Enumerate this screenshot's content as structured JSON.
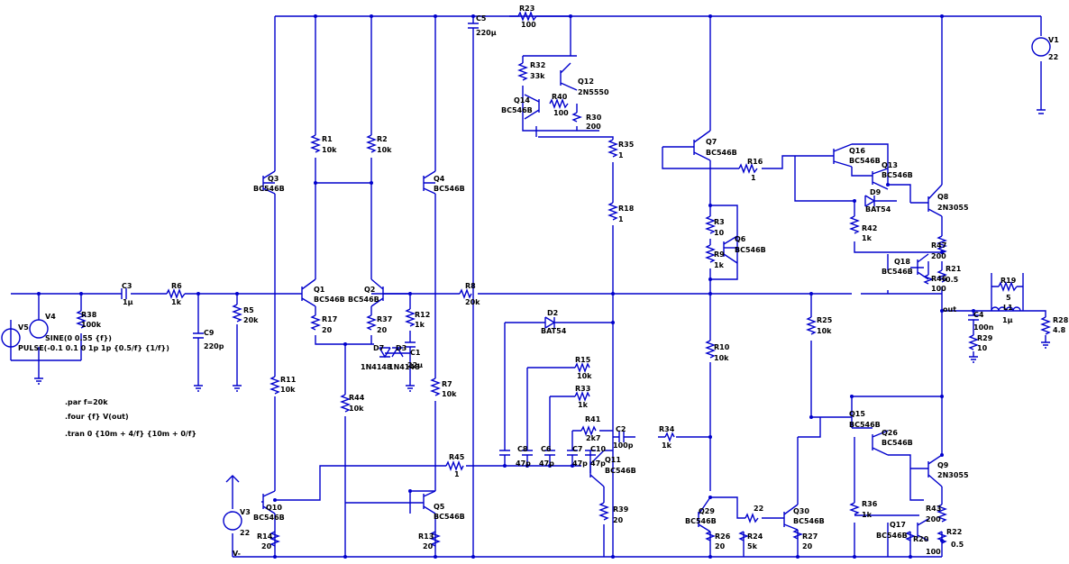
{
  "components": [
    {
      "id": "r23",
      "name": "R23",
      "value": "100"
    },
    {
      "id": "c5",
      "name": "C5",
      "value": "220µ"
    },
    {
      "id": "r32",
      "name": "R32",
      "value": "33k"
    },
    {
      "id": "q12",
      "name": "Q12",
      "value": "2N5550"
    },
    {
      "id": "q14",
      "name": "Q14",
      "value": "BC546B"
    },
    {
      "id": "r40",
      "name": "R40",
      "value": "100"
    },
    {
      "id": "r30",
      "name": "R30",
      "value": "200"
    },
    {
      "id": "r35",
      "name": "R35",
      "value": "1"
    },
    {
      "id": "r18",
      "name": "R18",
      "value": "1"
    },
    {
      "id": "q7",
      "name": "Q7",
      "value": "BC546B"
    },
    {
      "id": "r16",
      "name": "R16",
      "value": "1"
    },
    {
      "id": "q16",
      "name": "Q16",
      "value": "BC546B"
    },
    {
      "id": "q13",
      "name": "Q13",
      "value": "BC546B"
    },
    {
      "id": "d9",
      "name": "D9",
      "value": "BAT54"
    },
    {
      "id": "q8",
      "name": "Q8",
      "value": "2N3055"
    },
    {
      "id": "r42",
      "name": "R42",
      "value": "1k"
    },
    {
      "id": "r47",
      "name": "R47",
      "value": "200"
    },
    {
      "id": "q18",
      "name": "Q18",
      "value": "BC546B"
    },
    {
      "id": "r21",
      "name": "R21",
      "value": "0.5"
    },
    {
      "id": "r46",
      "name": "R46",
      "value": "100"
    },
    {
      "id": "r3",
      "name": "R3",
      "value": "10"
    },
    {
      "id": "q6",
      "name": "Q6",
      "value": "BC546B"
    },
    {
      "id": "r9",
      "name": "R9",
      "value": "1k"
    },
    {
      "id": "r1",
      "name": "R1",
      "value": "10k"
    },
    {
      "id": "r2",
      "name": "R2",
      "value": "10k"
    },
    {
      "id": "q3",
      "name": "Q3",
      "value": "BC546B"
    },
    {
      "id": "q4",
      "name": "Q4",
      "value": "BC546B"
    },
    {
      "id": "q1",
      "name": "Q1",
      "value": "BC546B"
    },
    {
      "id": "q2",
      "name": "Q2",
      "value": "BC546B"
    },
    {
      "id": "r8",
      "name": "R8",
      "value": "20k"
    },
    {
      "id": "r17",
      "name": "R17",
      "value": "20"
    },
    {
      "id": "r37",
      "name": "R37",
      "value": "20"
    },
    {
      "id": "r12",
      "name": "R12",
      "value": "1k"
    },
    {
      "id": "c1",
      "name": "C1",
      "value": "22µ"
    },
    {
      "id": "d7",
      "name": "D7",
      "value": "1N4148"
    },
    {
      "id": "d3",
      "name": "D3",
      "value": "1N4148"
    },
    {
      "id": "c3",
      "name": "C3",
      "value": "1µ"
    },
    {
      "id": "r6",
      "name": "R6",
      "value": "1k"
    },
    {
      "id": "r38",
      "name": "R38",
      "value": "100k"
    },
    {
      "id": "c9",
      "name": "C9",
      "value": "220p"
    },
    {
      "id": "r5",
      "name": "R5",
      "value": "20k"
    },
    {
      "id": "r11",
      "name": "R11",
      "value": "10k"
    },
    {
      "id": "r44",
      "name": "R44",
      "value": "10k"
    },
    {
      "id": "r7",
      "name": "R7",
      "value": "10k"
    },
    {
      "id": "r45",
      "name": "R45",
      "value": "1"
    },
    {
      "id": "d2",
      "name": "D2",
      "value": "BAT54"
    },
    {
      "id": "r15",
      "name": "R15",
      "value": "10k"
    },
    {
      "id": "r33",
      "name": "R33",
      "value": "1k"
    },
    {
      "id": "r41",
      "name": "R41",
      "value": "2k7"
    },
    {
      "id": "c2",
      "name": "C2",
      "value": "100p"
    },
    {
      "id": "c8",
      "name": "C8",
      "value": "47p"
    },
    {
      "id": "c6",
      "name": "C6",
      "value": "47p"
    },
    {
      "id": "c7",
      "name": "C7",
      "value": "47p"
    },
    {
      "id": "c10",
      "name": "C10",
      "value": "47p"
    },
    {
      "id": "q11",
      "name": "Q11",
      "value": "BC546B"
    },
    {
      "id": "r39",
      "name": "R39",
      "value": "20"
    },
    {
      "id": "r34",
      "name": "R34",
      "value": "1k"
    },
    {
      "id": "r10",
      "name": "R10",
      "value": "10k"
    },
    {
      "id": "r25",
      "name": "R25",
      "value": "10k"
    },
    {
      "id": "q15",
      "name": "Q15",
      "value": "BC546B"
    },
    {
      "id": "q26",
      "name": "Q26",
      "value": "BC546B"
    },
    {
      "id": "q9",
      "name": "Q9",
      "value": "2N3055"
    },
    {
      "id": "r36",
      "name": "R36",
      "value": "1k"
    },
    {
      "id": "q17",
      "name": "Q17",
      "value": "BC546B"
    },
    {
      "id": "r43",
      "name": "R43",
      "value": "200"
    },
    {
      "id": "r22",
      "name": "R22",
      "value": "0.5"
    },
    {
      "id": "r20",
      "name": "R20",
      "value": "100"
    },
    {
      "id": "q29",
      "name": "Q29",
      "value": "BC546B"
    },
    {
      "id": "q30",
      "name": "Q30",
      "value": "BC546B"
    },
    {
      "id": "r26",
      "name": "R26",
      "value": "20"
    },
    {
      "id": "r24",
      "name": "R24",
      "value": "5k"
    },
    {
      "id": "r27",
      "name": "R27",
      "value": "20"
    },
    {
      "id": "r22b",
      "name": "",
      "value": "22"
    },
    {
      "id": "q10",
      "name": "Q10",
      "value": "BC546B"
    },
    {
      "id": "q5",
      "name": "Q5",
      "value": "BC546B"
    },
    {
      "id": "r14",
      "name": "R14",
      "value": "20"
    },
    {
      "id": "r13",
      "name": "R13",
      "value": "20"
    },
    {
      "id": "v3",
      "name": "V3",
      "value": "22"
    },
    {
      "id": "v1",
      "name": "V1",
      "value": "22"
    },
    {
      "id": "v4",
      "name": "V4",
      "value": "SINE(0 0.55 {f})"
    },
    {
      "id": "v5",
      "name": "V5",
      "value": "PULSE(-0.1 0.1 0 1p 1p {0.5/f} {1/f})"
    },
    {
      "id": "c4",
      "name": "C4",
      "value": "100n"
    },
    {
      "id": "r29",
      "name": "R29",
      "value": "10"
    },
    {
      "id": "r19",
      "name": "R19",
      "value": "5"
    },
    {
      "id": "l1",
      "name": "L1",
      "value": "1µ"
    },
    {
      "id": "r28",
      "name": "R28",
      "value": "4.8"
    }
  ],
  "nets": {
    "out": "out",
    "vminus": "V-"
  },
  "directives": [
    ".par f=20k",
    ".four {f} V(out)",
    ".tran 0 {10m + 4/f} {10m + 0/f}"
  ]
}
